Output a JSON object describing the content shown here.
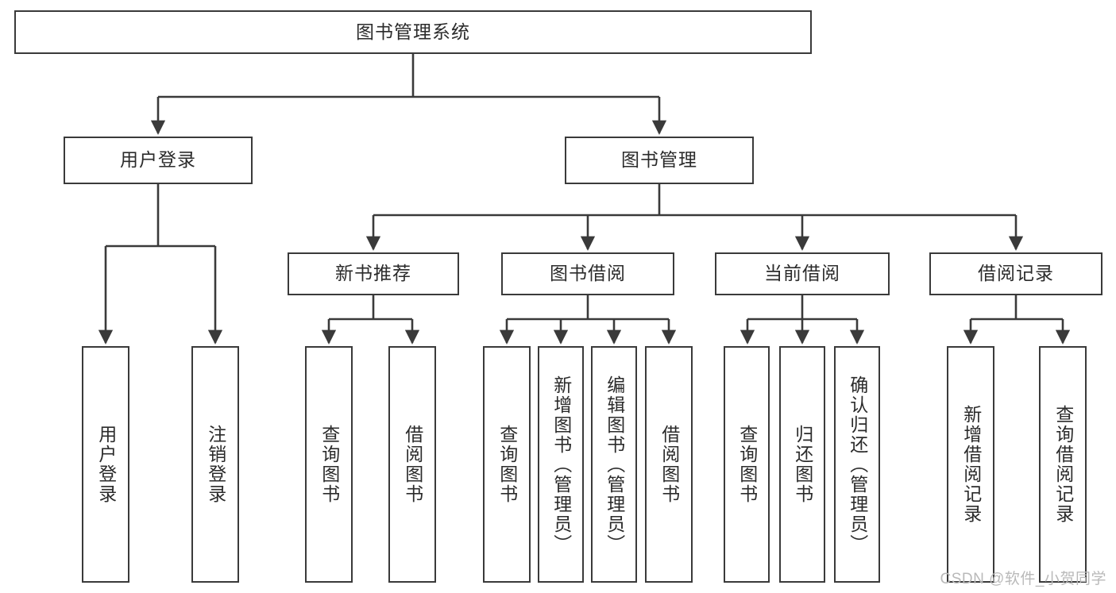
{
  "diagram": {
    "title": "图书管理系统",
    "type": "hierarchy-tree",
    "style": {
      "box_border_color": "#3a3a3a",
      "box_fill_color": "#ffffff",
      "line_color": "#3a3a3a",
      "text_color": "#2b2b2b",
      "background_color": "#ffffff"
    },
    "nodes": {
      "root": {
        "label": "图书管理系统"
      },
      "level2": [
        {
          "id": "user-login",
          "label": "用户登录"
        },
        {
          "id": "book-management",
          "label": "图书管理"
        }
      ],
      "level3": [
        {
          "id": "new-book-recommend",
          "label": "新书推荐"
        },
        {
          "id": "book-borrow",
          "label": "图书借阅"
        },
        {
          "id": "current-borrow",
          "label": "当前借阅"
        },
        {
          "id": "borrow-record",
          "label": "借阅记录"
        }
      ],
      "leaves": {
        "user_login": [
          {
            "id": "leaf-user-login",
            "label": "用户登录"
          },
          {
            "id": "leaf-logout-login",
            "label": "注销登录"
          }
        ],
        "new_book_recommend": [
          {
            "id": "leaf-query-book-1",
            "label": "查询图书"
          },
          {
            "id": "leaf-borrow-book-1",
            "label": "借阅图书"
          }
        ],
        "book_borrow": [
          {
            "id": "leaf-query-book-2",
            "label": "查询图书"
          },
          {
            "id": "leaf-add-book",
            "label": "新增图书（管理员）"
          },
          {
            "id": "leaf-edit-book",
            "label": "编辑图书（管理员）"
          },
          {
            "id": "leaf-borrow-book-2",
            "label": "借阅图书"
          }
        ],
        "current_borrow": [
          {
            "id": "leaf-query-book-3",
            "label": "查询图书"
          },
          {
            "id": "leaf-return-book",
            "label": "归还图书"
          },
          {
            "id": "leaf-confirm-return",
            "label": "确认归还（管理员）"
          }
        ],
        "borrow_record": [
          {
            "id": "leaf-add-borrow-record",
            "label": "新增借阅记录"
          },
          {
            "id": "leaf-query-borrow-record",
            "label": "查询借阅记录"
          }
        ]
      }
    }
  },
  "watermark": {
    "text": "CSDN @软件_小贺同学"
  }
}
